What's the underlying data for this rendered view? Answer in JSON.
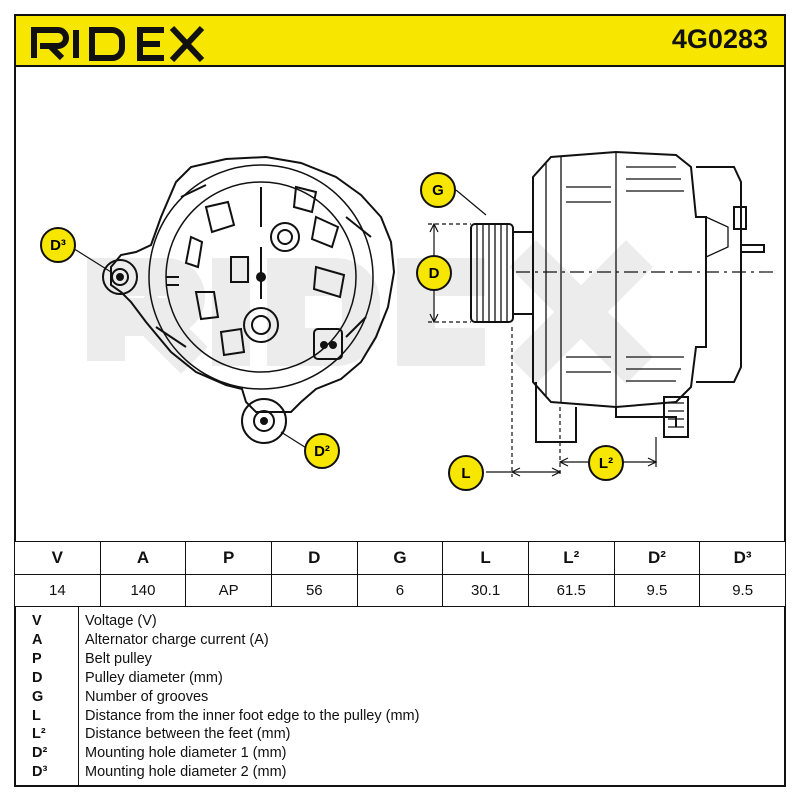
{
  "header": {
    "brand": "RIDEX",
    "part_number": "4G0283",
    "brand_color": "#f7e600"
  },
  "drawing": {
    "labels": {
      "G": "G",
      "D": "D",
      "L": "L",
      "L2": "L²",
      "D2": "D²",
      "D3": "D³"
    },
    "badge_color": "#f7e600"
  },
  "specs": {
    "headers": [
      "V",
      "A",
      "P",
      "D",
      "G",
      "L",
      "L²",
      "D²",
      "D³"
    ],
    "values": [
      "14",
      "140",
      "AP",
      "56",
      "6",
      "30.1",
      "61.5",
      "9.5",
      "9.5"
    ]
  },
  "legend": [
    {
      "sym": "V",
      "desc": "Voltage (V)"
    },
    {
      "sym": "A",
      "desc": "Alternator charge current (A)"
    },
    {
      "sym": "P",
      "desc": "Belt pulley"
    },
    {
      "sym": "D",
      "desc": "Pulley diameter (mm)"
    },
    {
      "sym": "G",
      "desc": "Number of grooves"
    },
    {
      "sym": "L",
      "desc": "Distance from the inner foot edge to the pulley (mm)"
    },
    {
      "sym": "L²",
      "desc": "Distance between the feet (mm)"
    },
    {
      "sym": "D²",
      "desc": "Mounting hole diameter 1 (mm)"
    },
    {
      "sym": "D³",
      "desc": "Mounting hole diameter 2 (mm)"
    }
  ]
}
